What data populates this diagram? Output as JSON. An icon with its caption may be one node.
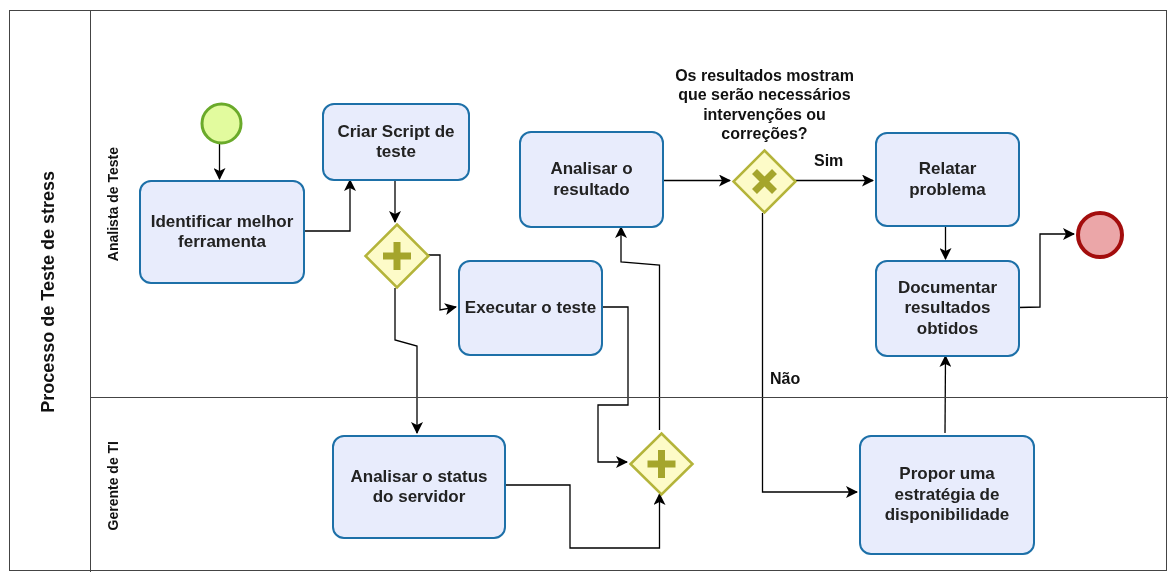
{
  "diagram": {
    "nodes": [
      {
        "text": [
          "Processo de Teste de stress"
        ]
      },
      {
        "text": [
          "Analista de Teste"
        ],
        "in": 0
      },
      {
        "text": [
          "Gerente de TI"
        ],
        "in": 0
      },
      {
        "text": [],
        "shape": "circle",
        "in": 1
      },
      {
        "text": [
          "Identificar melhor ferramenta"
        ],
        "in": 1
      },
      {
        "text": [
          "Criar Script de teste"
        ],
        "in": 1
      },
      {
        "text": [],
        "shape": "diamond",
        "in": 1
      },
      {
        "text": [
          "Analisar o resultado"
        ],
        "in": 1
      },
      {
        "text": [
          "Executar o teste"
        ],
        "in": 1
      },
      {
        "text": [
          "Os resultados mostram que serão necessários intervenções ou correções?"
        ],
        "in": 1
      },
      {
        "text": [
          "Relatar problema"
        ],
        "in": 1
      },
      {
        "text": [],
        "shape": "circle",
        "in": 1
      },
      {
        "text": [
          "Documentar resultados obtidos"
        ],
        "in": 1
      },
      {
        "text": [
          "Analisar o status do servidor"
        ],
        "in": 2
      },
      {
        "text": [],
        "shape": "diamond",
        "in": 2
      },
      {
        "text": [
          "Propor uma estratégia de disponibilidade"
        ],
        "in": 2
      }
    ],
    "edges": [
      {
        "from": 3,
        "to": 4,
        "arrow": "to"
      },
      {
        "from": 4,
        "to": 5,
        "arrow": "to"
      },
      {
        "from": 5,
        "to": 6,
        "arrow": "to"
      },
      {
        "from": 6,
        "to": 8,
        "arrow": "to"
      },
      {
        "from": 6,
        "to": 13,
        "arrow": "to"
      },
      {
        "from": 8,
        "to": 14,
        "arrow": "to"
      },
      {
        "from": 13,
        "to": 14,
        "arrow": "to"
      },
      {
        "from": 14,
        "to": 7,
        "arrow": "to"
      },
      {
        "from": 7,
        "to": 9,
        "arrow": "to"
      },
      {
        "from": 9,
        "to": 10,
        "arrow": "to",
        "label": "Sim"
      },
      {
        "from": 9,
        "to": 15,
        "arrow": "to",
        "label": "Não"
      },
      {
        "from": 10,
        "to": 12,
        "arrow": "to"
      },
      {
        "from": 15,
        "to": 12,
        "arrow": "to"
      },
      {
        "from": 12,
        "to": 11,
        "arrow": "to"
      }
    ]
  }
}
